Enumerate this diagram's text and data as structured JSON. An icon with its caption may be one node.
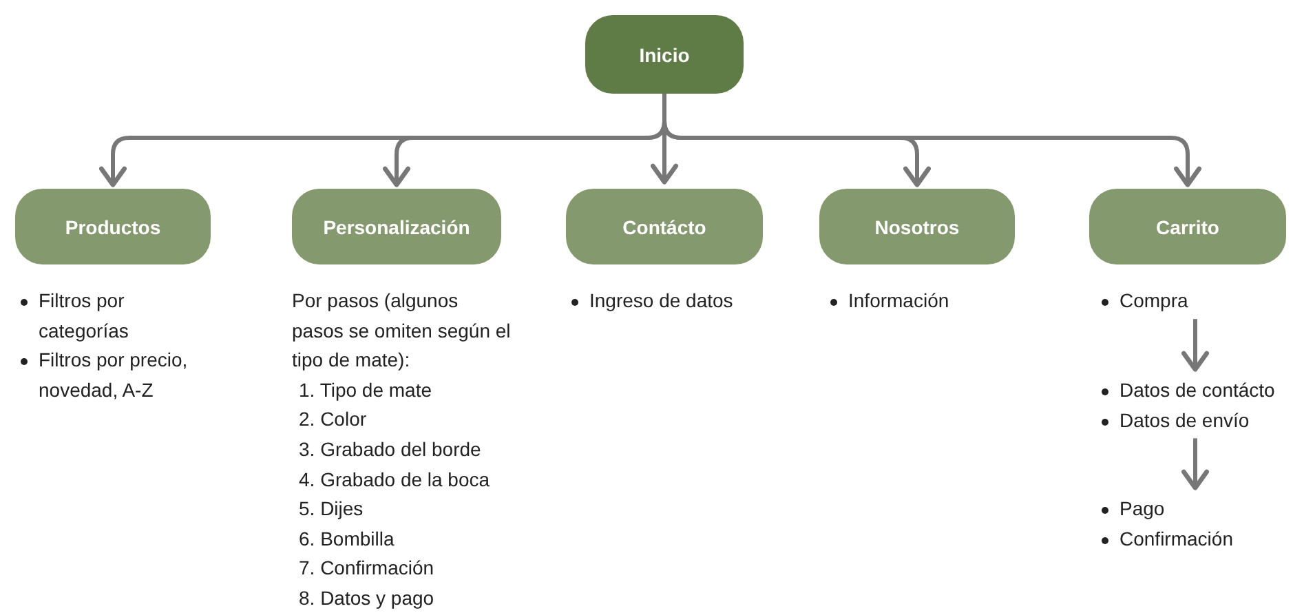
{
  "diagram": {
    "nodes": [
      {
        "text": [
          "Inicio"
        ]
      },
      {
        "text": [
          "Productos"
        ]
      },
      {
        "text": [
          "Personalización"
        ]
      },
      {
        "text": [
          "Contácto"
        ]
      },
      {
        "text": [
          "Nosotros"
        ]
      },
      {
        "text": [
          "Carrito"
        ]
      },
      {
        "text": [
          "Filtros por categorías",
          "Filtros por precio, novedad, A-Z"
        ]
      },
      {
        "text": [
          "Por pasos (algunos pasos se omiten según el tipo de mate):",
          "1. Tipo de mate",
          "2. Color",
          "3. Grabado del borde",
          "4. Grabado de la boca",
          "5. Dijes",
          "6. Bombilla",
          "7. Confirmación",
          "8. Datos y pago"
        ]
      },
      {
        "text": [
          "Ingreso de datos"
        ]
      },
      {
        "text": [
          "Información"
        ]
      },
      {
        "text": [
          "Compra"
        ]
      },
      {
        "text": [
          "Datos de contácto",
          "Datos de envío"
        ]
      },
      {
        "text": [
          "Pago",
          "Confirmación"
        ]
      }
    ],
    "edges": [
      {
        "from": 0,
        "to": 1,
        "arrow": "to"
      },
      {
        "from": 0,
        "to": 2,
        "arrow": "to"
      },
      {
        "from": 0,
        "to": 3,
        "arrow": "to"
      },
      {
        "from": 0,
        "to": 4,
        "arrow": "to"
      },
      {
        "from": 0,
        "to": 5,
        "arrow": "to"
      },
      {
        "from": 10,
        "to": 11,
        "arrow": "to"
      },
      {
        "from": 11,
        "to": 12,
        "arrow": "to"
      }
    ]
  }
}
